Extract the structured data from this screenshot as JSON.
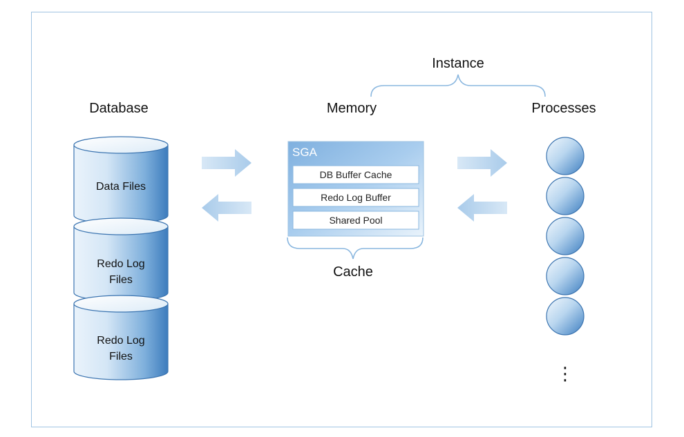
{
  "headings": {
    "database": "Database",
    "memory": "Memory",
    "processes": "Processes",
    "instance": "Instance",
    "cache": "Cache"
  },
  "cylinders": [
    {
      "line1": "Data Files",
      "line2": ""
    },
    {
      "line1": "Redo Log",
      "line2": "Files"
    },
    {
      "line1": "Redo Log",
      "line2": "Files"
    }
  ],
  "sga": {
    "title": "SGA",
    "items": [
      "DB Buffer Cache",
      "Redo Log Buffer",
      "Shared Pool"
    ]
  },
  "processes": {
    "count": 5,
    "ellipsis": "⋮"
  },
  "colors": {
    "frame": "#9fc3e2",
    "cylinder_light": "#eef5fb",
    "cylinder_dark": "#3f7dbd",
    "arrow": "#b3d1ec",
    "brace": "#8ab7df"
  }
}
